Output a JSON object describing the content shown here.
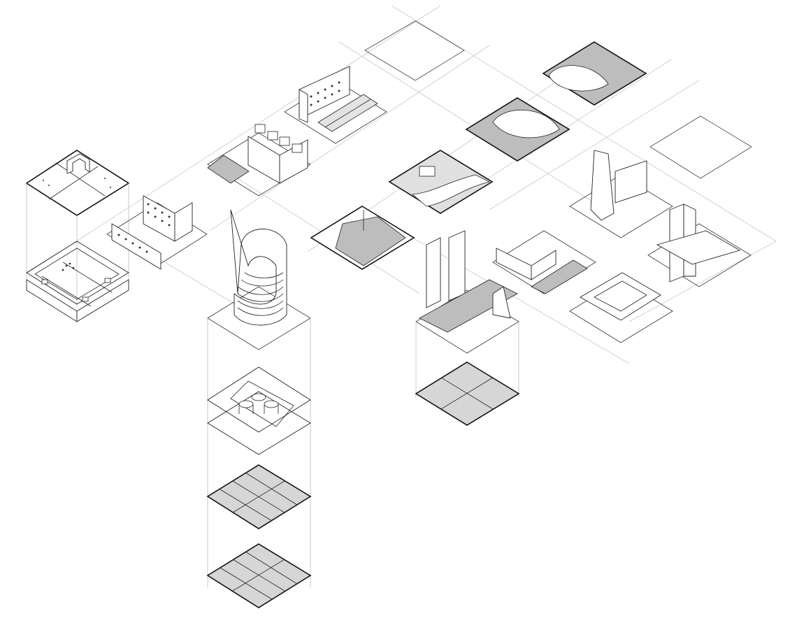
{
  "diagram": {
    "background": "#ffffff",
    "line_color": "#111111",
    "fill_gray": "#bdbdbd",
    "fill_light": "#e9e9e9",
    "tiles": [
      {
        "id": "empty-top-1",
        "content": "empty"
      },
      {
        "id": "empty-top-2",
        "content": "empty"
      },
      {
        "id": "empty-right",
        "content": "empty"
      },
      {
        "id": "plaza-gate",
        "content": "plaza"
      },
      {
        "id": "underground-station",
        "content": "stacked-section"
      },
      {
        "id": "housing-slab",
        "content": "building"
      },
      {
        "id": "road-block",
        "content": "building"
      },
      {
        "id": "terrace-housing",
        "content": "building"
      },
      {
        "id": "spiral-tower",
        "content": "tower"
      },
      {
        "id": "pavilion-level",
        "content": "stacked-section"
      },
      {
        "id": "parking-level-1",
        "content": "structure-grid"
      },
      {
        "id": "parking-level-2",
        "content": "structure-grid"
      },
      {
        "id": "landscape-path",
        "content": "landscape"
      },
      {
        "id": "river-park",
        "content": "landscape"
      },
      {
        "id": "tree-circle",
        "content": "landscape"
      },
      {
        "id": "tree-circle-2",
        "content": "landscape"
      },
      {
        "id": "vertical-forest",
        "content": "tower"
      },
      {
        "id": "vertical-forest-structure",
        "content": "structure-grid"
      },
      {
        "id": "row-houses",
        "content": "building"
      },
      {
        "id": "twisted-tower",
        "content": "tower"
      },
      {
        "id": "courtyard-block",
        "content": "building"
      },
      {
        "id": "office-tower",
        "content": "tower"
      }
    ]
  }
}
